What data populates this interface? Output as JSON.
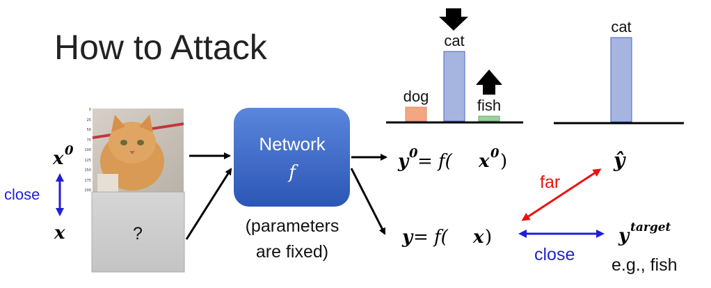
{
  "title": "How to Attack",
  "network": {
    "line1": "Network",
    "line2": "f",
    "note_line1": "(parameters",
    "note_line2": "are fixed)"
  },
  "image": {
    "axis_ticks": [
      "0",
      "25",
      "50",
      "75",
      "100",
      "125",
      "150",
      "175",
      "200"
    ],
    "unknown_label": "?"
  },
  "labels": {
    "x0_base": "x",
    "x0_sup": "0",
    "x_base": "x",
    "close_left": "close",
    "y0_base": "y",
    "y0_sup": "0",
    "y0_mid": " = f(",
    "y0_x": "x",
    "y0_xsup": "0",
    "y0_end": ")",
    "y_base": "y",
    "y_mid": " = f(",
    "y_x": "x",
    "y_end": ")",
    "yhat": "ŷ",
    "ytarget_base": "y",
    "ytarget_sup": "target",
    "far": "far",
    "close_right": "close",
    "eg": "e.g., fish"
  },
  "colors": {
    "dog": "#f4a582",
    "cat": "#a6b4e0",
    "fish": "#9cd09c",
    "network_top": "#5b86dc",
    "network_bottom": "#2d58b8",
    "far_arrow": "#ee1111",
    "close_arrow": "#1f1fd6"
  },
  "chart_data": [
    {
      "type": "bar",
      "categories": [
        "dog",
        "cat",
        "fish"
      ],
      "values": [
        0.2,
        1.0,
        0.07
      ],
      "annotations": [
        "cat: arrow pushing down",
        "fish: arrow pushing up"
      ]
    },
    {
      "type": "bar",
      "categories": [
        "cat"
      ],
      "values": [
        1.0
      ]
    }
  ]
}
